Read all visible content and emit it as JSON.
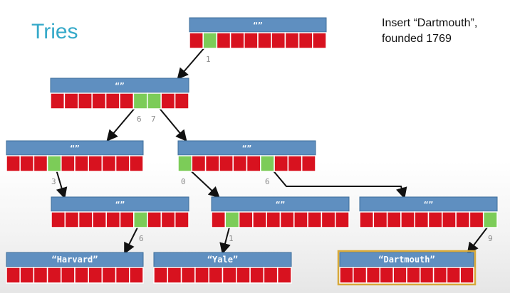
{
  "slide": {
    "title": "Tries",
    "caption_line1": "Insert “Dartmouth”,",
    "caption_line2": "founded 1769"
  },
  "colors": {
    "header": "#5f8fc0",
    "cell": "#d8121f",
    "active_cell": "#7ccc58",
    "title": "#35a9c9",
    "highlight": "#d7a93a"
  },
  "nodes": [
    {
      "id": "root",
      "label": "“”",
      "active": [
        1
      ]
    },
    {
      "id": "n1",
      "label": "“”",
      "active": [
        6,
        7
      ]
    },
    {
      "id": "n16",
      "label": "“”",
      "active": [
        3
      ]
    },
    {
      "id": "n17",
      "label": "“”",
      "active": [
        0,
        6
      ]
    },
    {
      "id": "n163",
      "label": "“”",
      "active": [
        6
      ]
    },
    {
      "id": "n170",
      "label": "“”",
      "active": [
        1
      ]
    },
    {
      "id": "n176",
      "label": "“”",
      "active": [
        9
      ]
    },
    {
      "id": "harvard",
      "label": "“Harvard”",
      "active": []
    },
    {
      "id": "yale",
      "label": "“Yale”",
      "active": []
    },
    {
      "id": "dartmouth",
      "label": "“Dartmouth”",
      "active": [],
      "highlighted": true
    }
  ],
  "edges": [
    {
      "from": "root",
      "index": "1",
      "to": "n1"
    },
    {
      "from": "n1",
      "index": "6",
      "to": "n16"
    },
    {
      "from": "n1",
      "index": "7",
      "to": "n17"
    },
    {
      "from": "n16",
      "index": "3",
      "to": "n163"
    },
    {
      "from": "n17",
      "index": "0",
      "to": "n170"
    },
    {
      "from": "n17",
      "index": "6",
      "to": "n176"
    },
    {
      "from": "n163",
      "index": "6",
      "to": "harvard"
    },
    {
      "from": "n170",
      "index": "1",
      "to": "yale"
    },
    {
      "from": "n176",
      "index": "9",
      "to": "dartmouth"
    }
  ]
}
